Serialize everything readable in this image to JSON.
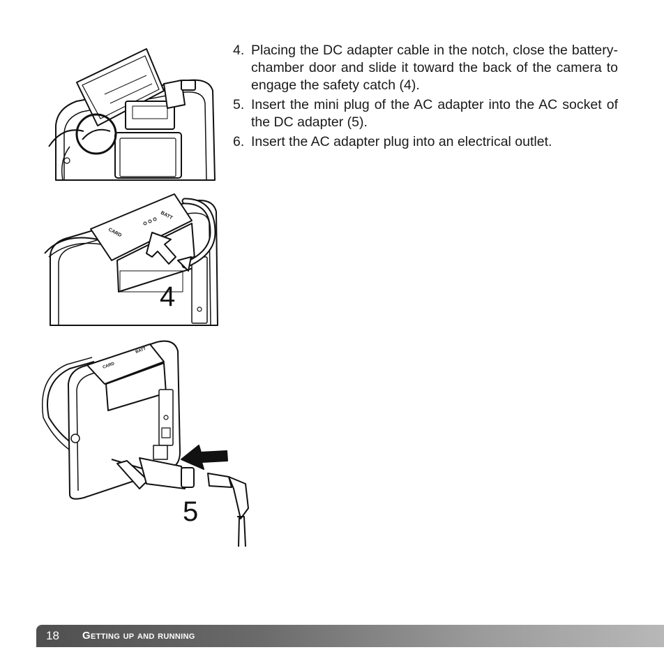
{
  "instructions": [
    {
      "number": "4.",
      "text": "Placing the DC adapter cable in the notch, close the battery-chamber door and slide it toward the back of the camera to engage the safety catch (4)."
    },
    {
      "number": "5.",
      "text": "Insert the mini plug of the AC adapter into the AC socket of the DC adapter (5)."
    },
    {
      "number": "6.",
      "text": "Insert the AC adapter plug into an electrical outlet."
    }
  ],
  "figures": {
    "fig2_label": "4",
    "fig3_label": "5",
    "door_labels": {
      "batt": "BATT",
      "card": "CARD"
    }
  },
  "footer": {
    "page_number": "18",
    "section_title": "Getting up and running"
  }
}
